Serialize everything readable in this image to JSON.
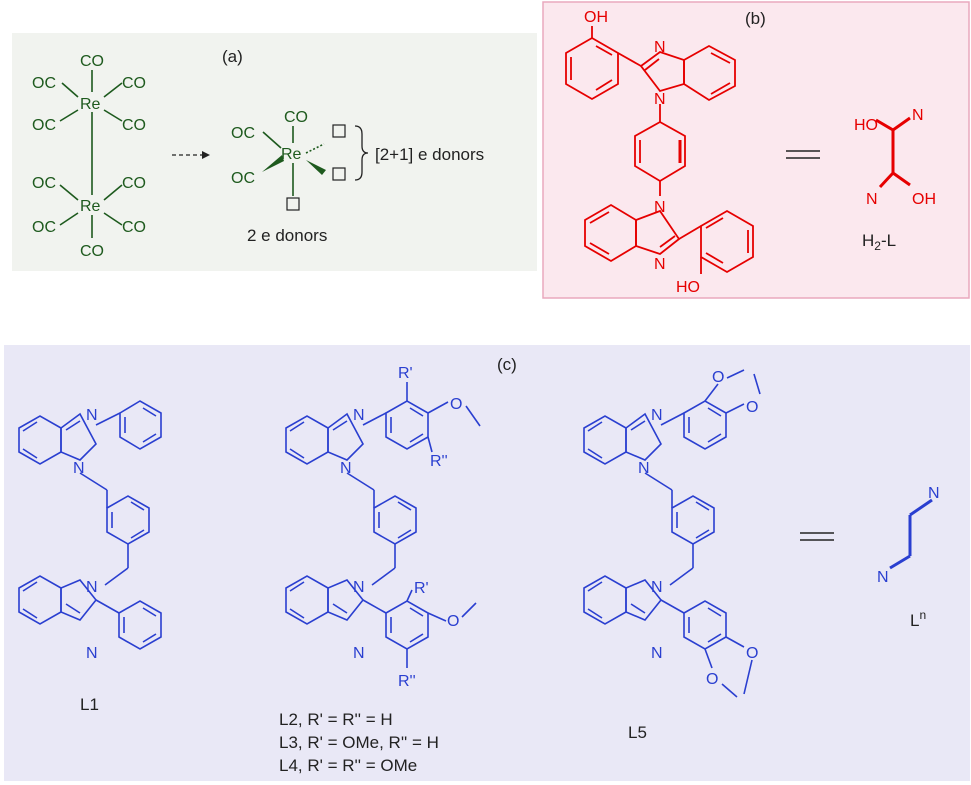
{
  "colors": {
    "panel_a_bg": "#f1f3ef",
    "panel_b_bg": "#fbe8ee",
    "panel_b_border": "#e9a9bd",
    "panel_c_bg": "#e9e8f6",
    "green": "#1e5a1e",
    "red": "#e60000",
    "blue": "#2a3fd0"
  },
  "panel_a": {
    "label": "(a)",
    "atoms": {
      "re": "Re",
      "co": "CO",
      "oc": "OC"
    },
    "donor_bracket_text": "[2+1] e donors",
    "donor_below_text": "2 e donors",
    "open_site_icon": "square-open-site-icon",
    "arrow_icon": "dashed-arrow-icon"
  },
  "panel_b": {
    "label": "(b)",
    "atoms": {
      "oh": "OH",
      "ho": "HO",
      "n": "N"
    },
    "ligand_label": "H2-L",
    "ligand_label_main": "H",
    "ligand_label_sub": "2",
    "ligand_label_tail": "-L",
    "equivalence_icon": "double-line-equals-icon"
  },
  "panel_c": {
    "label": "(c)",
    "atoms": {
      "n": "N",
      "o": "O",
      "r1": "R'",
      "r2": "R''"
    },
    "compounds": {
      "l1": "L1",
      "l2": "L2, R' = R'' = H",
      "l3": "L3, R' = OMe, R'' = H",
      "l4": "L4, R' = R'' = OMe",
      "l5": "L5"
    },
    "generic_label_main": "L",
    "generic_label_sup": "n",
    "equivalence_icon": "double-line-equals-icon"
  }
}
